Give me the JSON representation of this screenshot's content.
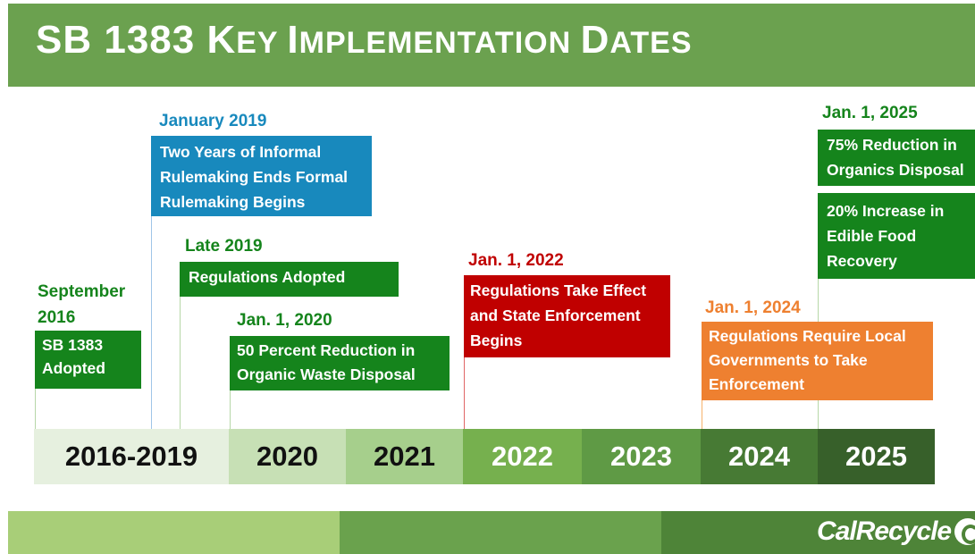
{
  "title": {
    "first": "SB 1383 K",
    "k1": "EY ",
    "i": "I",
    "k2": "MPLEMENTATION ",
    "d": "D",
    "k3": "ATES"
  },
  "milestones": {
    "sep2016": {
      "date_line1": "September",
      "date_line2": "2016",
      "line1": "SB 1383",
      "line2": "Adopted"
    },
    "jan2019": {
      "date": "January 2019",
      "line1": "Two Years of Informal",
      "line2": "Rulemaking Ends Formal",
      "line3": "Rulemaking Begins"
    },
    "late2019": {
      "date": "Late 2019",
      "line1": "Regulations Adopted"
    },
    "jan2020": {
      "date": "Jan. 1, 2020",
      "line1": "50 Percent Reduction in",
      "line2": "Organic Waste Disposal"
    },
    "jan2022": {
      "date": "Jan. 1, 2022",
      "line1": "Regulations Take Effect",
      "line2": "and State Enforcement",
      "line3": "Begins"
    },
    "jan2024": {
      "date": "Jan. 1, 2024",
      "line1": "Regulations Require Local",
      "line2": "Governments to Take",
      "line3": "Enforcement"
    },
    "jan2025": {
      "date": "Jan. 1, 2025",
      "box1_line1": "75% Reduction in",
      "box1_line2": "Organics Disposal",
      "box2_line1": "20% Increase in",
      "box2_line2": "Edible Food",
      "box2_line3": "Recovery"
    }
  },
  "timeline": [
    "2016-2019",
    "2020",
    "2021",
    "2022",
    "2023",
    "2024",
    "2025"
  ],
  "footer": {
    "logo_text": "CalRecycle"
  },
  "colors": {
    "header_green": "#6ba14f",
    "dark_green": "#15841c",
    "blue": "#1889bd",
    "red": "#c00000",
    "orange": "#ee8030"
  }
}
